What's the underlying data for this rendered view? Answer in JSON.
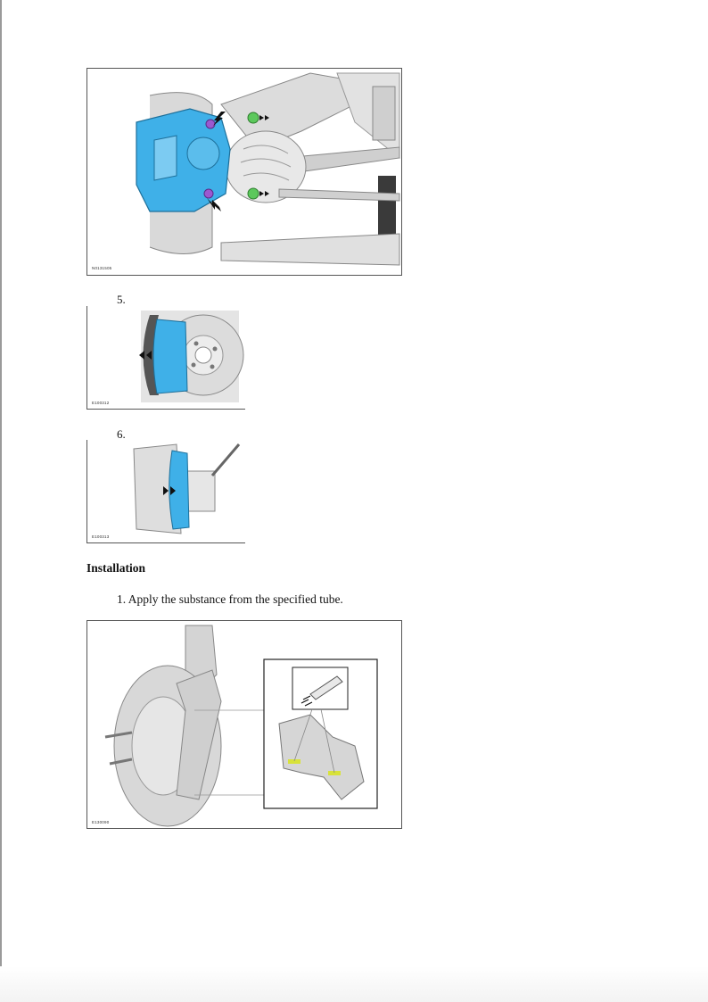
{
  "figures": {
    "fig1": {
      "code": "N0131505",
      "description": "brake caliper mounting bolts on steering knuckle"
    },
    "fig2": {
      "code": "E100312"
    },
    "fig3": {
      "code": "E100313"
    },
    "fig4": {
      "code": "E130090"
    }
  },
  "steps": {
    "step5": "5.",
    "step6": "6."
  },
  "section": {
    "heading": "Installation",
    "step1": "1. Apply the substance from the specified tube."
  },
  "colors": {
    "caliper_blue": "#3fb0e8",
    "bolt_purple": "#9b59d0",
    "bolt_green": "#5cc85c",
    "grease_yellow": "#d8e23a",
    "metal_gray": "#c8c8c8"
  }
}
